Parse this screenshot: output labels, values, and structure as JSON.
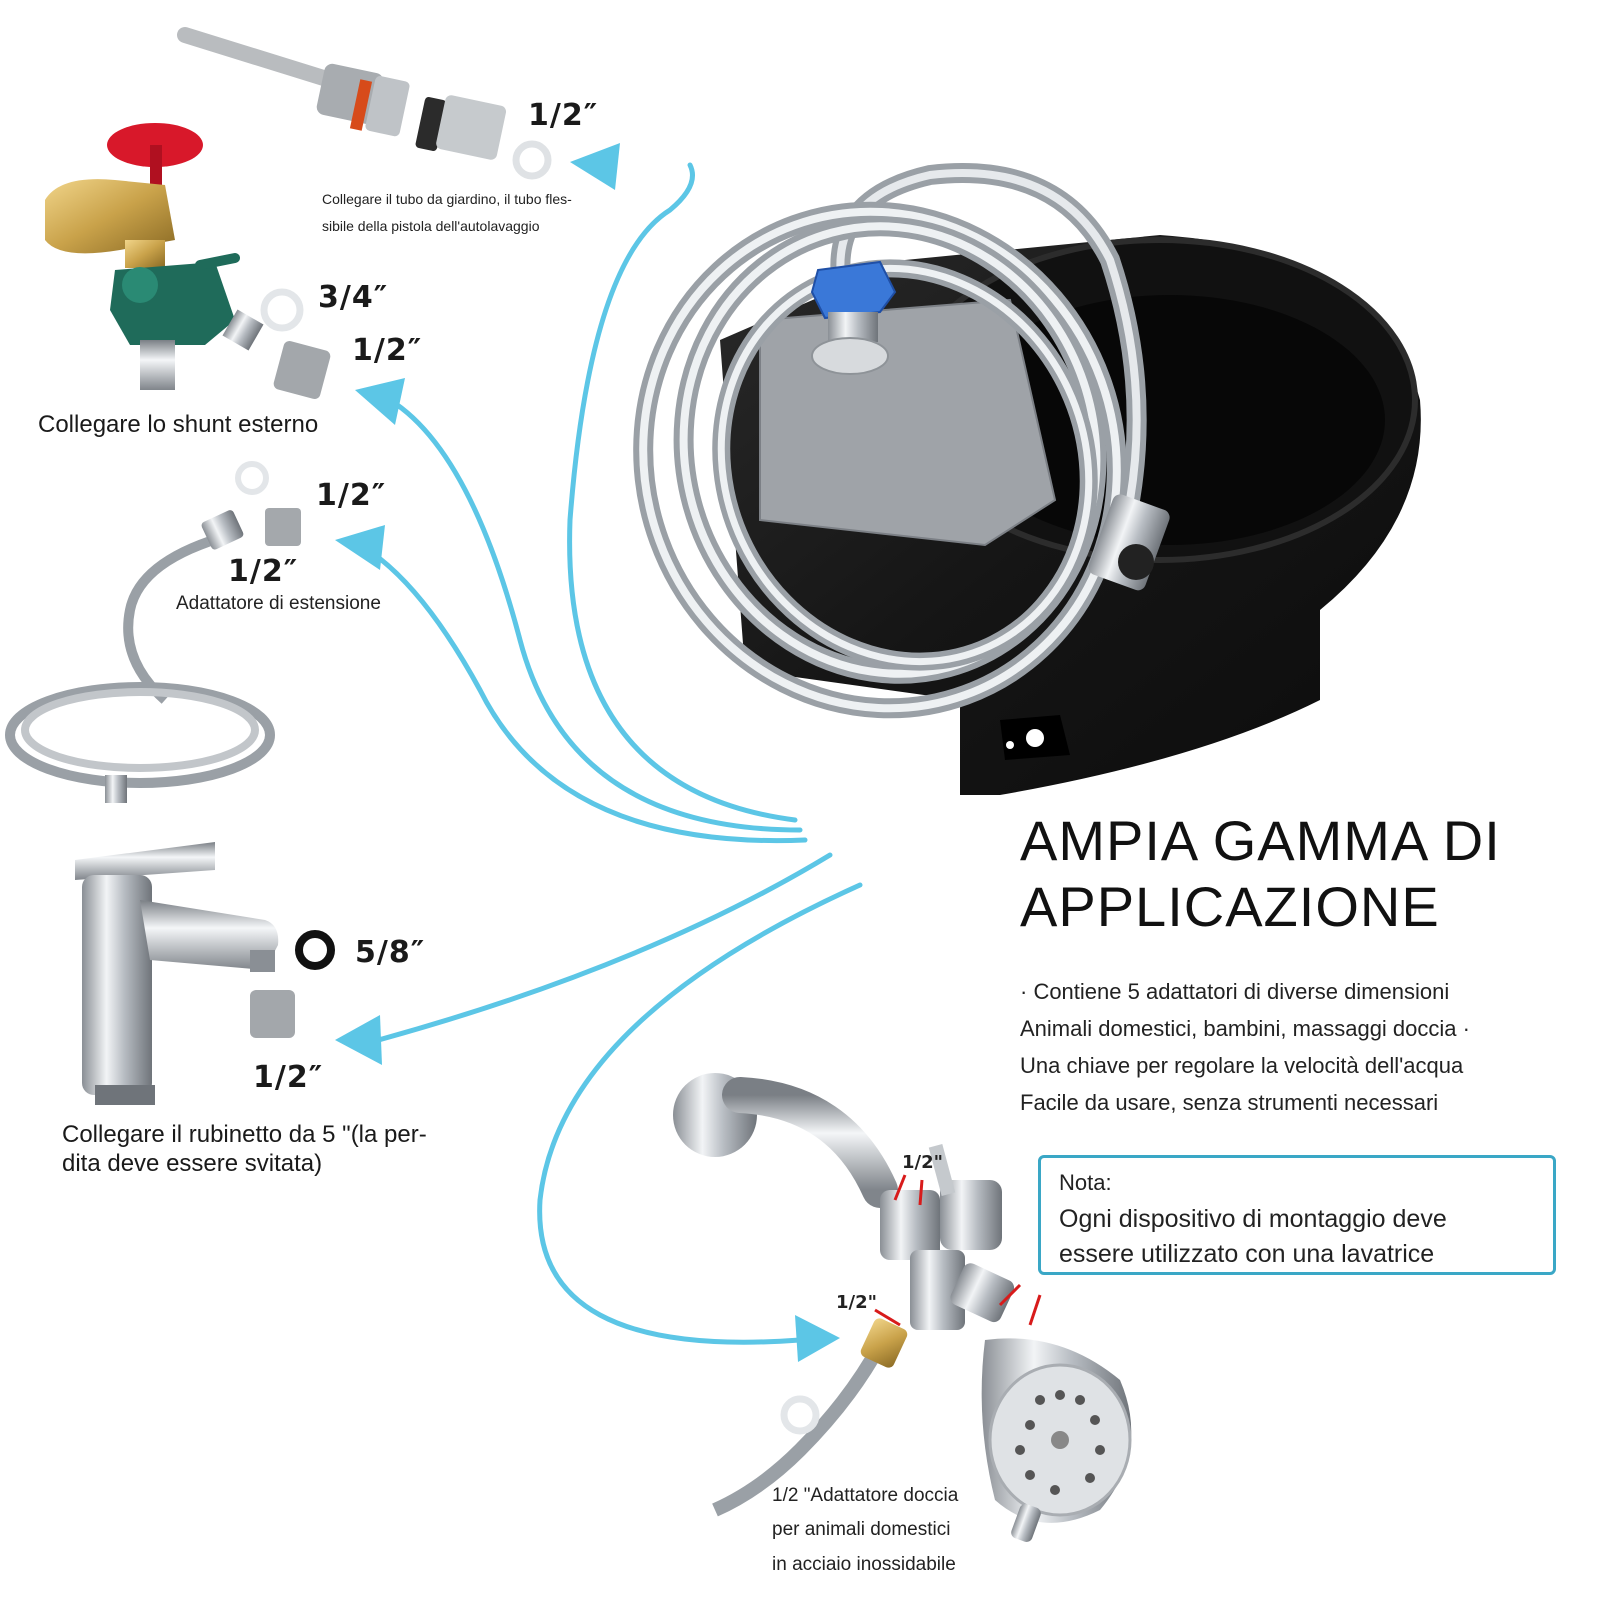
{
  "title": {
    "line1": "AMPIA GAMMA DI",
    "line2": "APPLICAZIONE"
  },
  "features": [
    "· Contiene 5 adattatori di diverse dimensioni",
    "Animali domestici, bambini, massaggi doccia ·",
    "Una chiave per regolare la velocità dell'acqua",
    "Facile da usare, senza strumenti necessari"
  ],
  "note": {
    "title": "Nota:",
    "line1": "Ogni dispositivo di montaggio deve",
    "line2": "essere utilizzato con una lavatrice"
  },
  "items": {
    "garden": {
      "size": "1/2″",
      "caption_line1": "Collegare il tubo da giardino, il tubo fles-",
      "caption_line2": "sibile della pistola dell'autolavaggio"
    },
    "shunt": {
      "size_top": "3/4″",
      "size_bottom": "1/2″",
      "caption": "Collegare lo shunt esterno"
    },
    "extension": {
      "size_top": "1/2″",
      "size_bottom": "1/2″",
      "caption": "Adattatore di estensione"
    },
    "faucet": {
      "size_top": "5/8″",
      "size_bottom": "1/2″",
      "caption_line1": "Collegare il rubinetto da 5 \"(la per-",
      "caption_line2": "dita deve essere svitata)"
    },
    "shower": {
      "size_a": "1/2\"",
      "size_b": "1/2\"",
      "caption_line1": "1/2 \"Adattatore doccia",
      "caption_line2": "per animali domestici",
      "caption_line3": "in acciaio inossidabile"
    }
  },
  "colors": {
    "arrow": "#5cc6e6",
    "note_border": "#3aa7c6",
    "bowl": "#1b1b1b",
    "valve_handle": "#d8182a",
    "brass": "#c9a24a",
    "splitter": "#1f6b5a",
    "fitting_blue": "#3a78d8"
  }
}
